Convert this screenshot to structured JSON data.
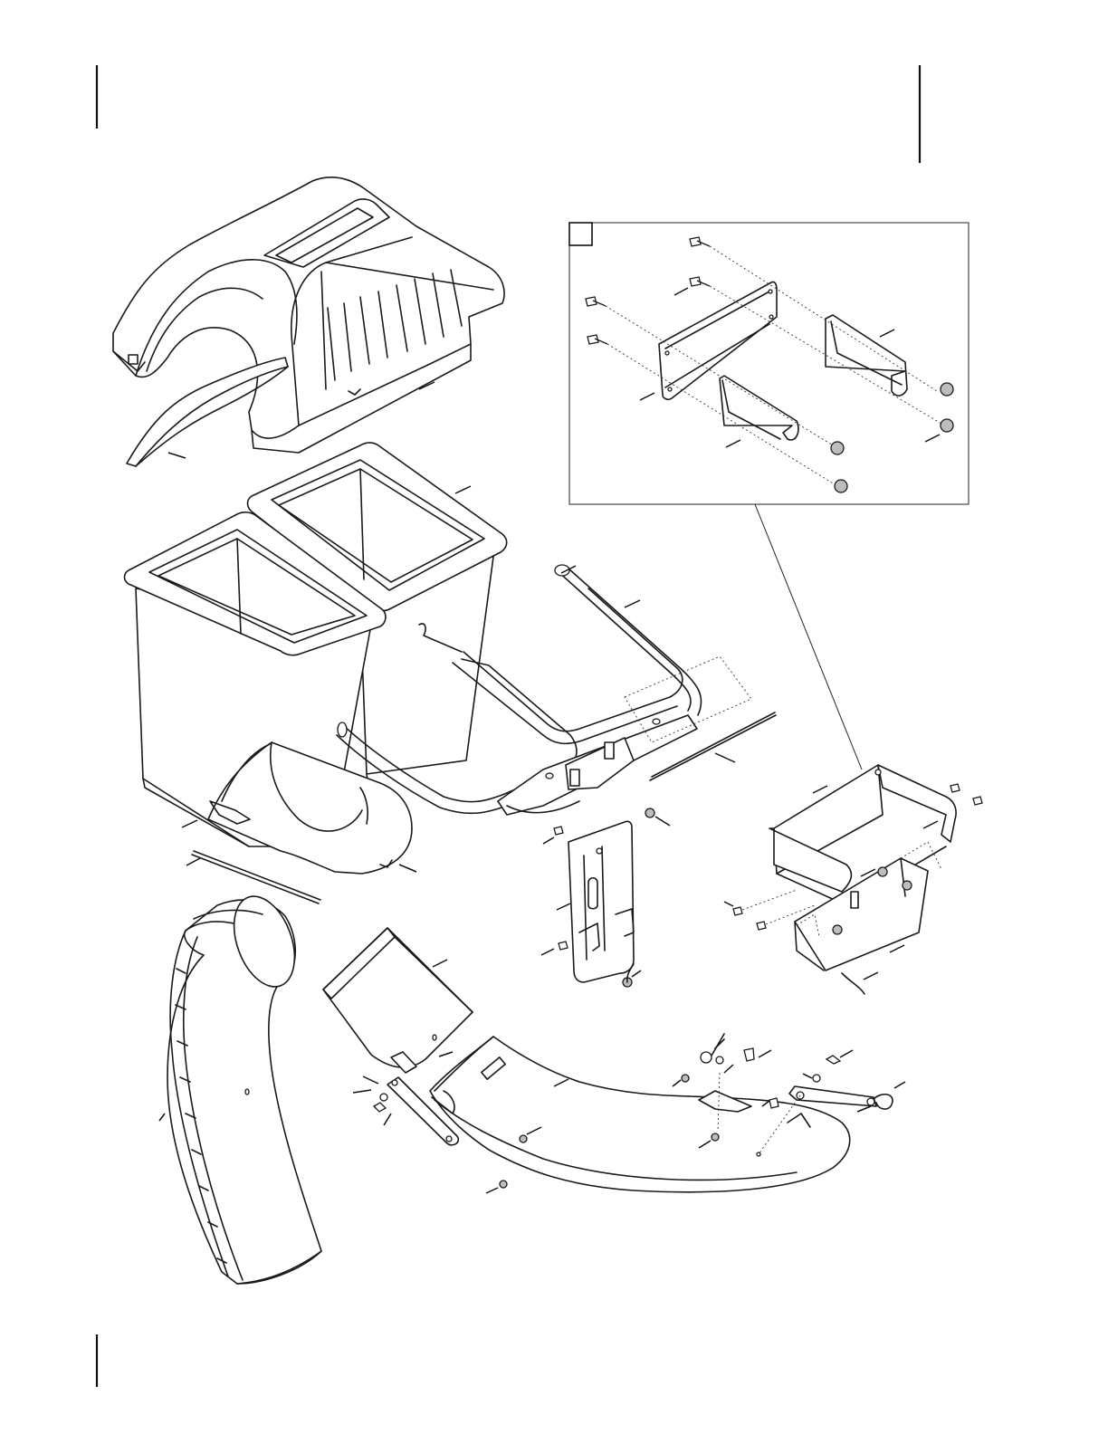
{
  "figure": {
    "detail_box_tag": "",
    "colors": {
      "line": "#1a1a1a",
      "background": "#ffffff",
      "hardware_fill": "#bdbdbd"
    },
    "components": [
      "bagger-cover-lid",
      "bagger-liner-flap",
      "left-bag-container",
      "right-bag-container",
      "bag-support-frame",
      "frame-support-rod",
      "blower-chute-upper-tube",
      "blower-housing-elbow",
      "flexible-chute-hose",
      "mounting-bracket-assembly",
      "detail-mounting-plates"
    ]
  }
}
